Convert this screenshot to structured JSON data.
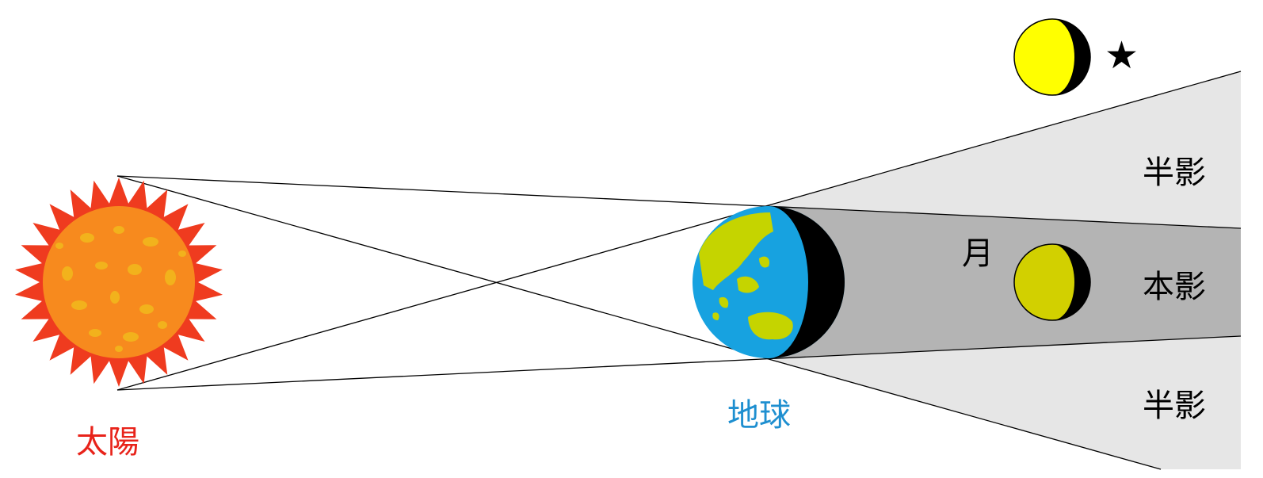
{
  "labels": {
    "sun": "太陽",
    "earth": "地球",
    "moon": "月",
    "penumbra_upper": "半影",
    "umbra": "本影",
    "penumbra_lower": "半影",
    "star": "★"
  },
  "colors": {
    "sun_label": "#e8231a",
    "earth_label": "#1e8fd0",
    "text": "#000000",
    "penumbra": "#e6e6e6",
    "umbra": "#b4b4b4",
    "ocean": "#17a2e0",
    "land": "#c5d400",
    "night": "#000000",
    "moon_bright": "#ffff00",
    "moon_eclipsed": "#d2d000",
    "sun_corona": "#ef3b1f",
    "sun_body": "#f78a1e",
    "sun_spots": "#f2b21c",
    "lines": "#000000"
  },
  "icons": [
    "sun-icon",
    "earth-icon",
    "moon-icon",
    "eclipsed-moon-icon",
    "star-icon"
  ]
}
